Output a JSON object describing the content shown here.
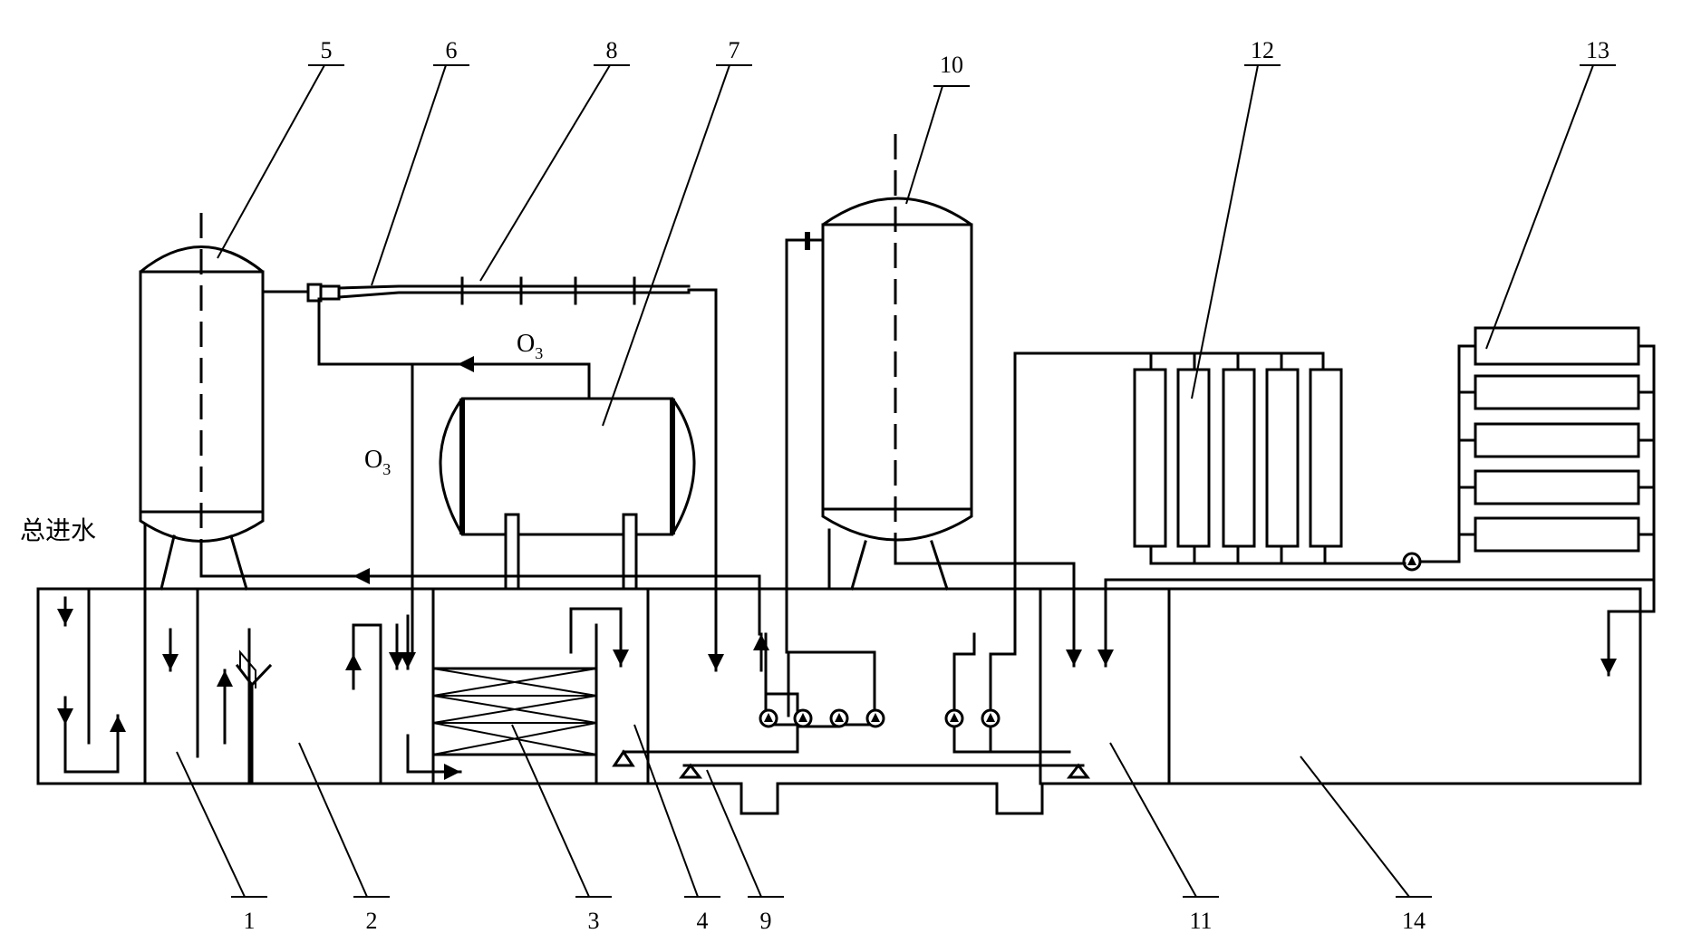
{
  "labels": {
    "n1": "1",
    "n2": "2",
    "n3": "3",
    "n4": "4",
    "n5": "5",
    "n6": "6",
    "n7": "7",
    "n8": "8",
    "n9": "9",
    "n10": "10",
    "n11": "11",
    "n12": "12",
    "n13": "13",
    "n14": "14"
  },
  "annotations": {
    "inlet": "总进水",
    "ozone_main": "O",
    "ozone_main_sub": "3",
    "ozone_side": "O",
    "ozone_side_sub": "3"
  }
}
